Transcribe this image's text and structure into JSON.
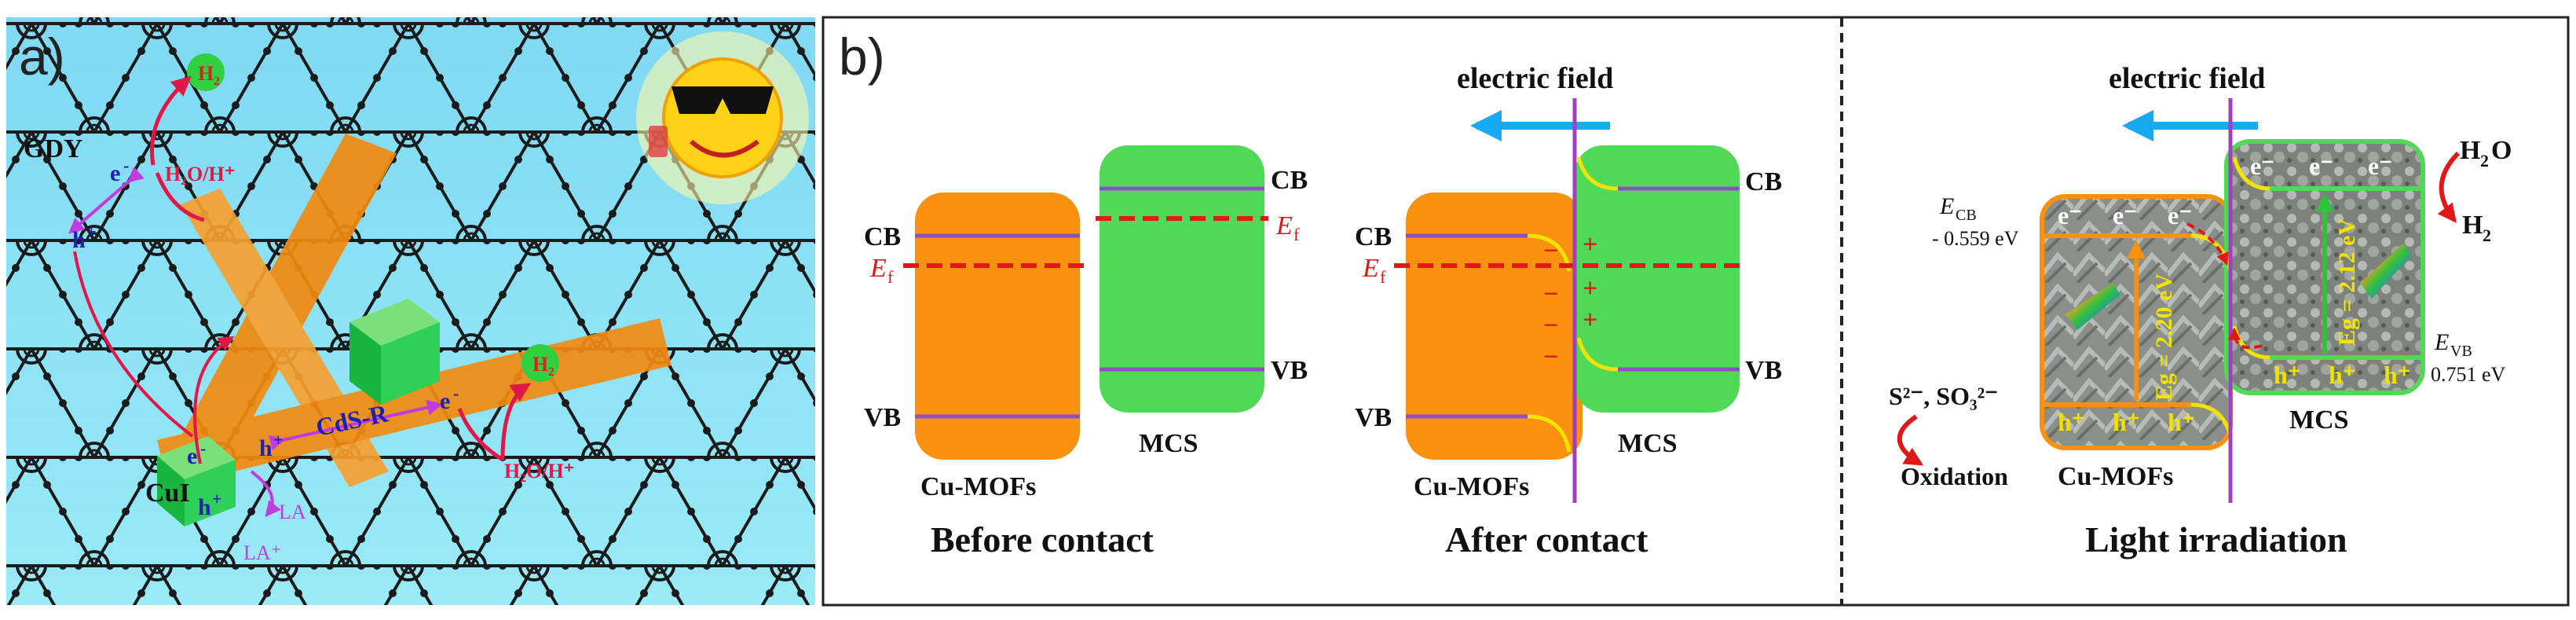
{
  "panel_a": {
    "label": "a)",
    "gdy": "GDY",
    "cui": "CuI",
    "cds": "CdS-R",
    "h2": "H",
    "h2_sub": "2",
    "h2o": "H₂O/H⁺",
    "e": "e",
    "h": "h",
    "plus": "+",
    "minus": "-",
    "la": "LA",
    "la_plus": "LA⁺"
  },
  "panel_b": {
    "label": "b)",
    "cb": "CB",
    "vb": "VB",
    "ef": "E",
    "ef_sub": "f",
    "mof": "Cu-MOFs",
    "mcs": "MCS",
    "before": "Before contact",
    "after": "After contact",
    "light": "Light irradiation",
    "electric_field": "electric field",
    "e_minus": "e⁻",
    "h_plus": "h⁺",
    "plus_sign": "+",
    "minus_sign": "−",
    "ecb": "E",
    "ecb_sub": "CB",
    "ecb_val": "- 0.559 eV",
    "evb": "E",
    "evb_sub": "VB",
    "evb_val": "0.751 eV",
    "eg_mof": "Eg = 2.20 eV",
    "eg_mcs": "Eg = 2.12 eV",
    "h2o": "H",
    "h2o_sub": "2",
    "h2o_tail": "O",
    "h2": "H",
    "h2_sub": "2",
    "s2": "S²⁻, SO₃²⁻",
    "oxidation": "Oxidation"
  },
  "colors": {
    "sky": "#8fe3f5",
    "orange": "#f7910f",
    "green": "#4fd957",
    "purple": "#8f4dc4",
    "red": "#e01818",
    "blue_arrow": "#18aaf0",
    "yellow": "#f2e200"
  }
}
